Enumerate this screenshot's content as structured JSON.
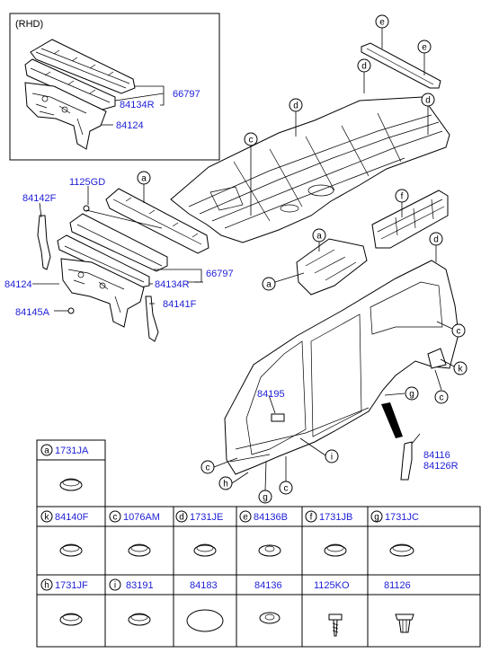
{
  "rhd_box": {
    "title": "(RHD)",
    "labels": [
      "66797",
      "84134R",
      "84124"
    ]
  },
  "part_numbers": {
    "p1125gd": "1125GD",
    "p84142f": "84142F",
    "p84124": "84124",
    "p84145a": "84145A",
    "p84134r": "84134R",
    "p66797": "66797",
    "p84141f": "84141F",
    "p84195": "84195",
    "p84116": "84116",
    "p84126r": "84126R"
  },
  "callouts": {
    "a1": "a",
    "a2": "a",
    "a3": "a",
    "c1": "c",
    "c2": "c",
    "c3": "c",
    "c4": "c",
    "c5": "c",
    "d1": "d",
    "d2": "d",
    "d3": "d",
    "d4": "d",
    "e1": "e",
    "e2": "e",
    "f1": "f",
    "g1": "g",
    "g2": "g",
    "h1": "h",
    "i1": "i",
    "k1": "k"
  },
  "legend": {
    "row1": [
      {
        "letter": "a",
        "part": "1731JA"
      }
    ],
    "row2": [
      {
        "letter": "k",
        "part": "84140F"
      },
      {
        "letter": "c",
        "part": "1076AM"
      },
      {
        "letter": "d",
        "part": "1731JE"
      },
      {
        "letter": "e",
        "part": "84136B"
      },
      {
        "letter": "f",
        "part": "1731JB"
      },
      {
        "letter": "g",
        "part": "1731JC"
      }
    ],
    "row3": [
      {
        "letter": "h",
        "part": "1731JF"
      },
      {
        "letter": "i",
        "part": "83191"
      },
      {
        "letter": "",
        "part": "84183"
      },
      {
        "letter": "",
        "part": "84136"
      },
      {
        "letter": "",
        "part": "1125KO"
      },
      {
        "letter": "",
        "part": "81126"
      }
    ]
  },
  "colors": {
    "part_number": "#1d1dd6",
    "line": "#000000"
  }
}
